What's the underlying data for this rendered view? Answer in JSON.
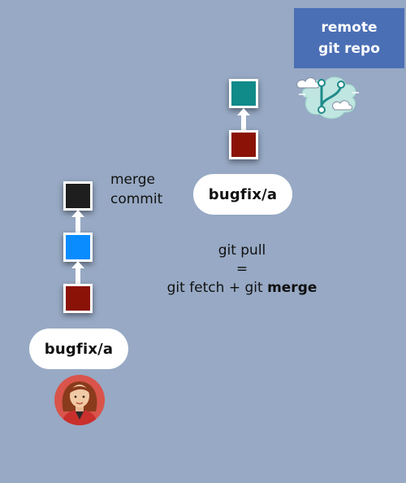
{
  "remote": {
    "line1": "remote",
    "line2": "git repo",
    "icon": "git-branch-cloud-icon"
  },
  "remote_branch": {
    "label": "bugfix/a",
    "commits": [
      {
        "color": "#118a8a"
      },
      {
        "color": "#8b1206"
      }
    ]
  },
  "local_branch": {
    "label": "bugfix/a",
    "merge_label_line1": "merge",
    "merge_label_line2": "commit",
    "commits": [
      {
        "color": "#1e1e1e"
      },
      {
        "color": "#0a8cff"
      },
      {
        "color": "#8b1206"
      }
    ]
  },
  "formula": {
    "line1": "git pull",
    "line2": "=",
    "line3_prefix": "git fetch + git ",
    "line3_bold": "merge"
  },
  "developer": {
    "icon": "developer-avatar-icon"
  },
  "colors": {
    "background": "#97a9c4",
    "remote_box": "#4b6fb5"
  }
}
